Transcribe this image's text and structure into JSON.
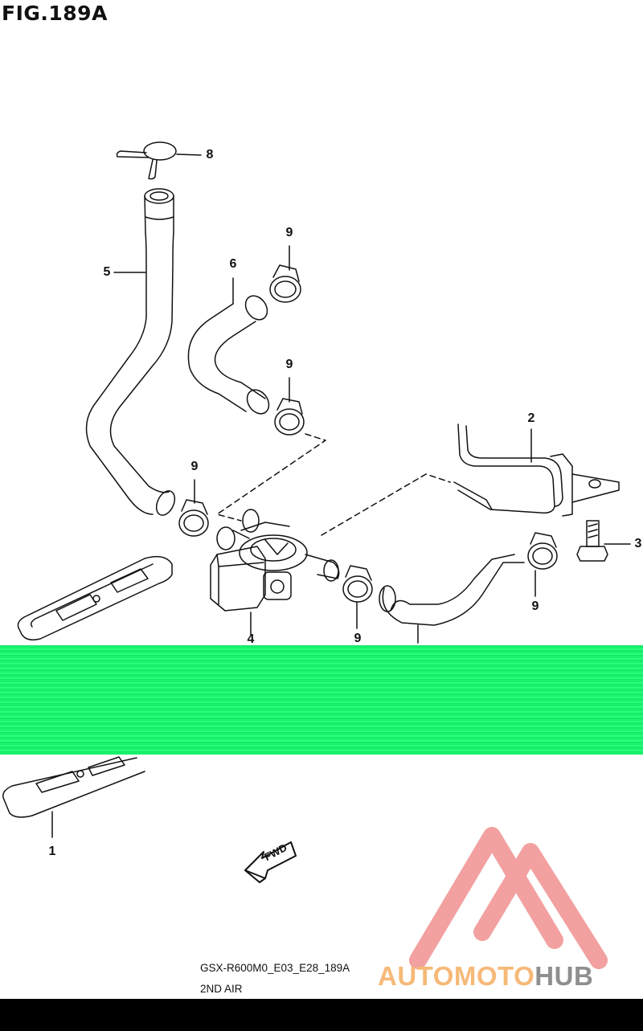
{
  "figure": {
    "title": "FIG.189A"
  },
  "callouts": [
    {
      "id": "1",
      "label": "1"
    },
    {
      "id": "2",
      "label": "2"
    },
    {
      "id": "3",
      "label": "3"
    },
    {
      "id": "4",
      "label": "4"
    },
    {
      "id": "5",
      "label": "5"
    },
    {
      "id": "6",
      "label": "6"
    },
    {
      "id": "8",
      "label": "8"
    },
    {
      "id": "9a",
      "label": "9"
    },
    {
      "id": "9b",
      "label": "9"
    },
    {
      "id": "9c",
      "label": "9"
    },
    {
      "id": "9d",
      "label": "9"
    },
    {
      "id": "9e",
      "label": "9"
    }
  ],
  "direction_marker": {
    "label": "FWD"
  },
  "footer": {
    "code": "GSX-R600M0_E03_E28_189A",
    "name": "2ND AIR"
  },
  "watermark": {
    "part1": "AUTOMOTO",
    "part2": "HUB",
    "color1": "#f6b978",
    "color2": "#8f8f8f",
    "logo_color": "#f08c8c"
  },
  "colors": {
    "band": "#19f26d",
    "ink": "#111111"
  }
}
